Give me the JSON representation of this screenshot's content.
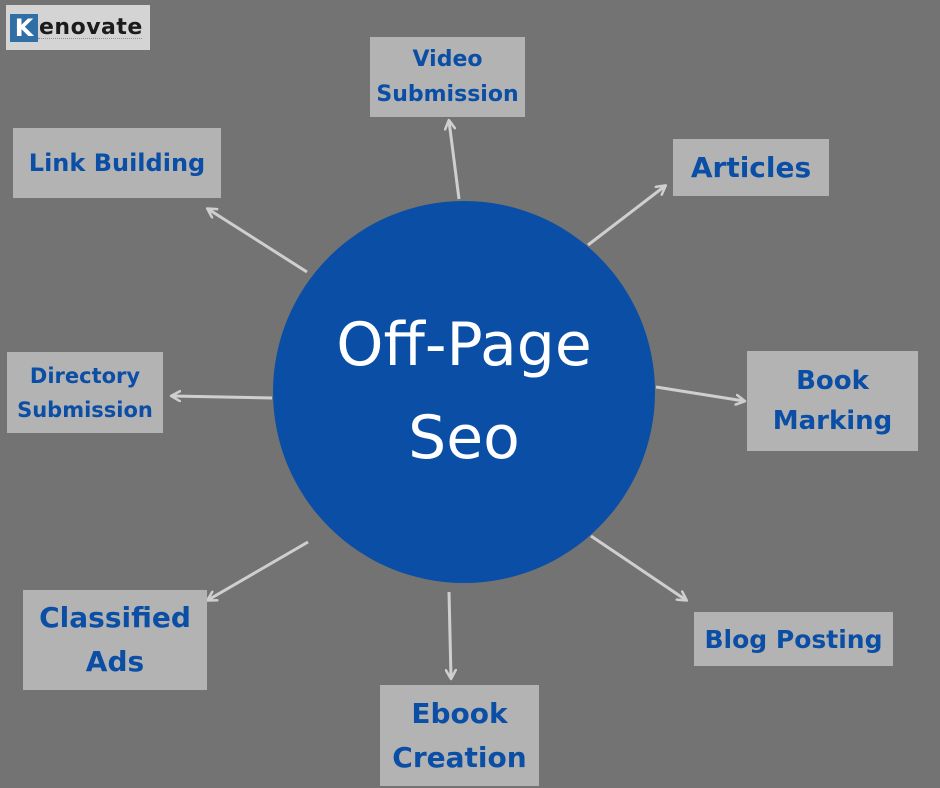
{
  "logo": {
    "letter": "K",
    "rest": "enovate"
  },
  "center": {
    "line1": "Off-Page",
    "line2": "Seo"
  },
  "nodes": {
    "video": {
      "line1": "Video",
      "line2": "Submission"
    },
    "link_building": {
      "line1": "Link Building"
    },
    "articles": {
      "line1": "Articles"
    },
    "directory": {
      "line1": "Directory",
      "line2": "Submission"
    },
    "book_marking": {
      "line1": "Book",
      "line2": "Marking"
    },
    "classified": {
      "line1": "Classified",
      "line2": "Ads"
    },
    "blog": {
      "line1": "Blog Posting"
    },
    "ebook": {
      "line1": "Ebook",
      "line2": "Creation"
    }
  },
  "colors": {
    "background": "#737373",
    "center_fill": "#0b4ea5",
    "box_fill": "#b3b3b3",
    "box_text": "#0b4ea5",
    "arrow": "#cfcfcf"
  }
}
